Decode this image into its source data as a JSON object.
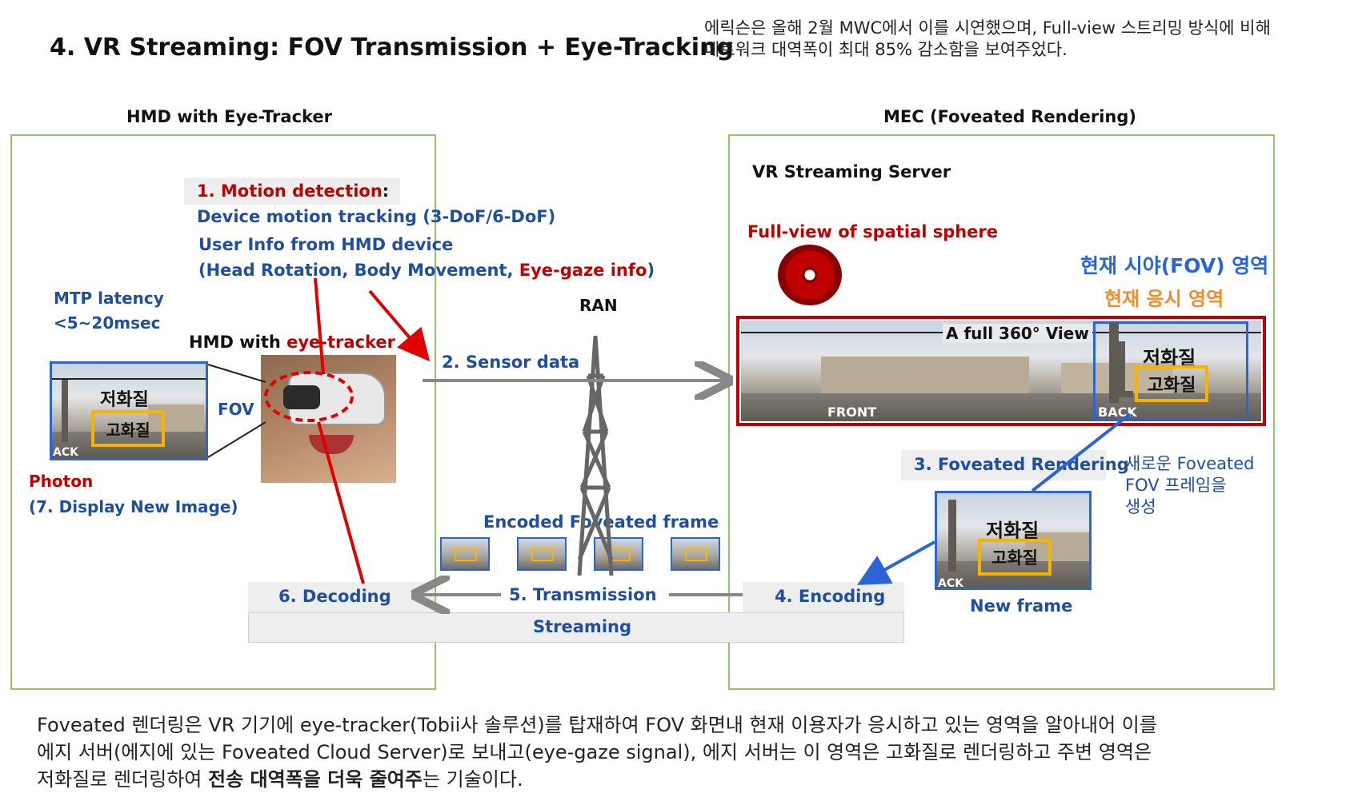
{
  "title": "4. VR Streaming: FOV Transmission + Eye-Tracking",
  "top_note": {
    "line1": "에릭슨은 올해 2월 MWC에서 이를 시연했으며, Full-view 스트리밍 방식에 비해",
    "line2": "네트워크 대역폭이 최대 85% 감소함을 보여주었다."
  },
  "left_panel": {
    "header": "HMD with Eye-Tracker",
    "motion_title": "1. Motion detection",
    "motion_colon": ":",
    "motion_line1": "Device motion tracking (3-DoF/6-DoF)",
    "motion_line2": "User Info from HMD device",
    "motion_line3_a": "(Head Rotation, Body Movement, ",
    "motion_line3_b": "Eye-gaze info",
    "motion_line3_c": ")",
    "mtp_line1": "MTP latency",
    "mtp_line2": "<5~20msec",
    "hmd_label_a": "HMD with ",
    "hmd_label_b": "eye-tracker",
    "fov_label": "FOV",
    "view_low": "저화질",
    "view_high": "고화질",
    "view_back": "ACK",
    "photon": "Photon",
    "display": "(7. Display New Image)"
  },
  "network": {
    "ran": "RAN",
    "sensor": "2. Sensor data",
    "encoded": "Encoded Foveated frame",
    "decoding": "6. Decoding",
    "transmission": "5. Transmission",
    "encoding": "4. Encoding",
    "streaming": "Streaming"
  },
  "right_panel": {
    "header": "MEC (Foveated Rendering)",
    "server": "VR Streaming Server",
    "fullview": "Full-view of spatial sphere",
    "fov_region": "현재 시야(FOV) 영역",
    "gaze_region": "현재 응시 영역",
    "pano_title": "A full 360° View",
    "pano_front": "FRONT",
    "pano_back": "BACK",
    "pano_low": "저화질",
    "pano_high": "고화질",
    "foveated": "3. Foveated Rendering",
    "new_fov_1": "새로운 Foveated",
    "new_fov_2": "FOV 프레임을",
    "new_fov_3": "생성",
    "frame_low": "저화질",
    "frame_high": "고화질",
    "frame_back": "ACK",
    "new_frame": "New frame"
  },
  "bottom": {
    "line1": "Foveated 렌더링은 VR 기기에 eye-tracker(Tobii사 솔루션)를 탑재하여 FOV 화면내 현재 이용자가 응시하고 있는 영역을 알아내어 이를",
    "line2": "에지 서버(에지에 있는 Foveated Cloud Server)로 보내고(eye-gaze signal), 에지 서버는 이 영역은 고화질로 렌더링하고 주변 영역은",
    "line3_a": "저화질로 렌더링하여 ",
    "line3_b": "전송 대역폭을 더욱 줄여주",
    "line3_c": "는 기술이다."
  },
  "colors": {
    "frame_green": "#92c46a",
    "blue_text": "#1f4e9e",
    "red_text": "#c00000",
    "orange_text": "#f28c28",
    "fov_blue": "#2b64d6",
    "gaze_yellow": "#f6b400"
  }
}
